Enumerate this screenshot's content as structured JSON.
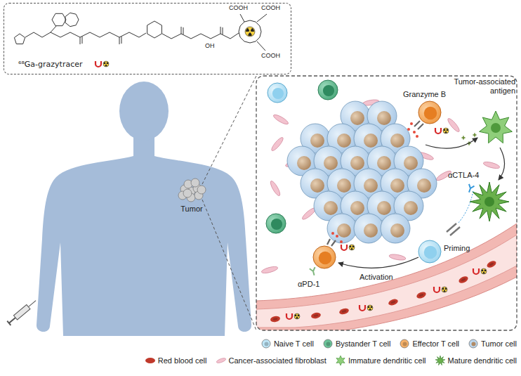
{
  "diagram": {
    "nodes": [
      {
        "text": [
          "⁶⁸Ga-grazytracer"
        ]
      },
      {
        "text": [
          "Tumor"
        ]
      }
    ],
    "labels": [
      "COOH",
      "COOH",
      "COOH",
      "OH",
      "Granzyme B",
      "Tumor-associated antigen",
      "αCTLA-4",
      "Priming",
      "Activation",
      "αPD-1"
    ],
    "legend": [
      {
        "text": "Naive T cell",
        "color": "#bfe6f7"
      },
      {
        "text": "Bystander T cell",
        "color": "#6cc49a"
      },
      {
        "text": "Effector T cell",
        "color": "#f7b26a"
      },
      {
        "text": "Tumor cell",
        "color": "#bdd7ee"
      },
      {
        "text": "Red blood cell",
        "color": "#c0392b"
      },
      {
        "text": "Cancer-associated fibroblast",
        "color": "#f3c3cf"
      },
      {
        "text": "Immature dendritic cell",
        "color": "#8fce7a"
      },
      {
        "text": "Mature dendritic cell",
        "color": "#6ab04c"
      }
    ]
  }
}
